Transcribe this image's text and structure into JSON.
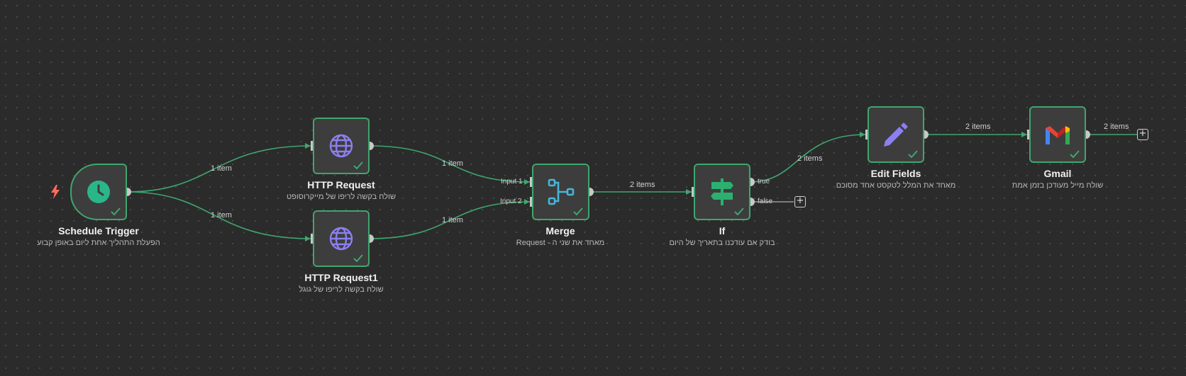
{
  "nodes": {
    "schedule": {
      "title": "Schedule Trigger",
      "subtitle": "הפעלת התהליך אחת ליום באופן קבוע",
      "icon": "clock-icon"
    },
    "http1": {
      "title": "HTTP Request",
      "subtitle": "שולח בקשה לריפו של מייקרוסופט",
      "icon": "globe-icon"
    },
    "http2": {
      "title": "HTTP Request1",
      "subtitle": "שולח בקשה לריפו של גוגל",
      "icon": "globe-icon"
    },
    "merge": {
      "title": "Merge",
      "subtitle": "מאחד את שני ה - Request",
      "icon": "merge-icon",
      "input1": "Input 1",
      "input2": "Input 2"
    },
    "if": {
      "title": "If",
      "subtitle": "בודק אם עודכנו בתאריך של היום",
      "icon": "signpost-icon",
      "true_label": "true",
      "false_label": "false"
    },
    "edit": {
      "title": "Edit Fields",
      "subtitle": "מאחד את המלל לטקסט אחד מסוכם",
      "icon": "pencil-icon"
    },
    "gmail": {
      "title": "Gmail",
      "subtitle": "שולח מייל מעודכן בזמן אמת",
      "icon": "gmail-icon"
    }
  },
  "edges": {
    "sched_http1": "1 item",
    "sched_http2": "1 item",
    "http1_merge": "1 item",
    "http2_merge": "1 item",
    "merge_if": "2 items",
    "if_edit": "2 items",
    "edit_gmail": "2 items",
    "gmail_out": "2 items"
  },
  "colors": {
    "canvas": "#2b2b2b",
    "node_fill": "#3d3d3d",
    "success": "#3fa66e",
    "trigger_icon": "#2bb68a",
    "http_icon": "#8c7ff0",
    "merge_icon": "#47b5d9",
    "if_icon": "#2bb070",
    "edit_icon": "#8c7ff0",
    "bolt": "#ff6d5a"
  }
}
